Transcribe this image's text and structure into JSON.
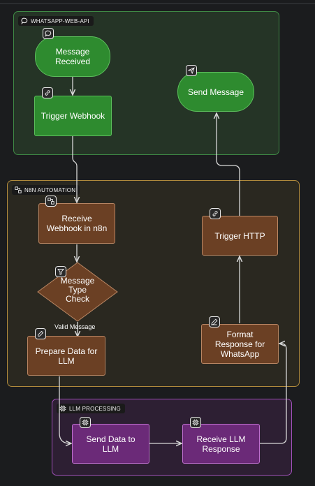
{
  "groups": {
    "whatsapp": {
      "label": "WHATSAPP-WEB-API",
      "icon": "chat-bubble-icon"
    },
    "n8n": {
      "label": "N8N AUTOMATION",
      "icon": "workflow-icon"
    },
    "llm": {
      "label": "LLM PROCESSING",
      "icon": "chip-icon"
    }
  },
  "nodes": {
    "message_received": {
      "label": "Message\nReceived",
      "icon": "chat-bubble-icon"
    },
    "trigger_webhook": {
      "label": "Trigger Webhook",
      "icon": "link-icon"
    },
    "send_message": {
      "label": "Send Message",
      "icon": "send-icon"
    },
    "receive_webhook": {
      "label": "Receive\nWebhook in n8n",
      "icon": "workflow-icon"
    },
    "message_type_check": {
      "label": "Message\nType\nCheck",
      "icon": "filter-icon"
    },
    "prepare_data": {
      "label": "Prepare Data for\nLLM",
      "icon": "edit-icon"
    },
    "trigger_http": {
      "label": "Trigger HTTP",
      "icon": "link-icon"
    },
    "format_response": {
      "label": "Format\nResponse for\nWhatsApp",
      "icon": "pencil-icon"
    },
    "send_data_llm": {
      "label": "Send Data to\nLLM",
      "icon": "chip-icon"
    },
    "receive_llm": {
      "label": "Receive LLM\nResponse",
      "icon": "chip-icon"
    }
  },
  "edges": {
    "valid_message": "Valid Message"
  },
  "colors": {
    "background": "#1b1c1e",
    "green_fill": "#2e8b2f",
    "brown_fill": "#6b4024",
    "purple_fill": "#6b2a78",
    "edge": "#d8d8d8"
  }
}
